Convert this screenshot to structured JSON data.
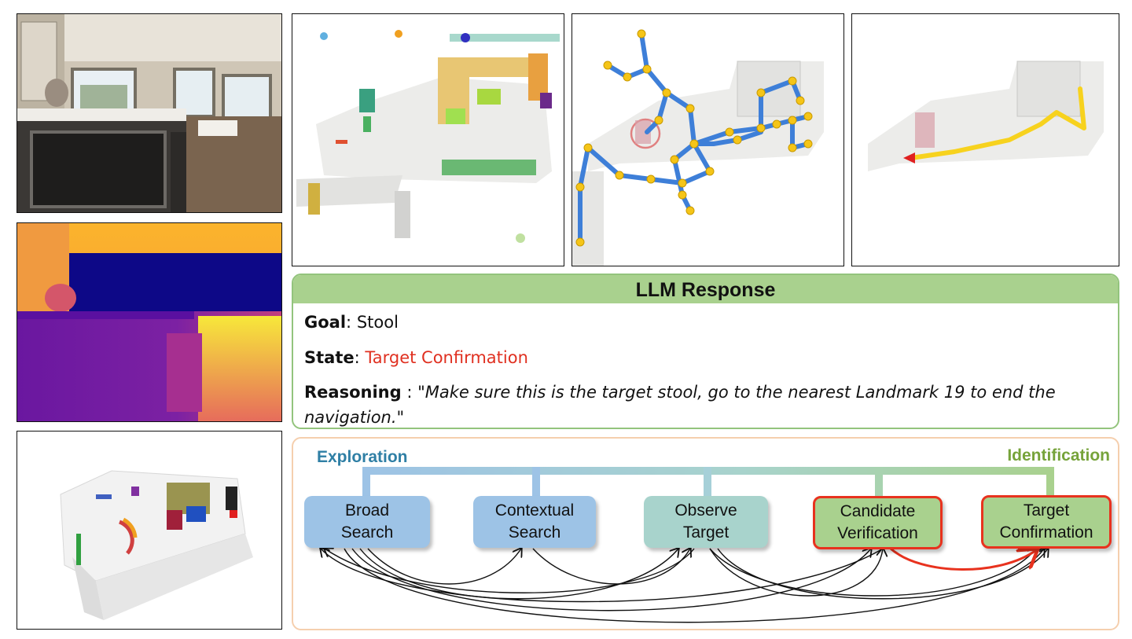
{
  "llm": {
    "title": "LLM Response",
    "goal_label": "Goal",
    "goal_value": "Stool",
    "state_label": "State",
    "state_value": "Target Confirmation",
    "reasoning_label": "Reasoning",
    "reasoning_line1": "\"Make sure this is the target stool, go to the nearest Landmark 19 to end the",
    "reasoning_line2": "navigation.\""
  },
  "state_machine": {
    "phase_left": "Exploration",
    "phase_right": "Identification",
    "nodes": [
      {
        "line1": "Broad",
        "line2": "Search"
      },
      {
        "line1": "Contextual",
        "line2": "Search"
      },
      {
        "line1": "Observe",
        "line2": "Target"
      },
      {
        "line1": "Candidate",
        "line2": "Verification"
      },
      {
        "line1": "Target",
        "line2": "Confirmation"
      }
    ],
    "active_transition": "Candidate Verification -> Target Confirmation"
  },
  "colors": {
    "llm_border": "#93c47d",
    "llm_header": "#a9d18e",
    "state_text": "#e03020",
    "exploration": "#2f7fa5",
    "identification": "#76a33a",
    "blue_node": "#9dc3e6",
    "teal_node": "#a8d3cc",
    "green_node": "#a9d18e",
    "highlight": "#e8321e",
    "frame": "#f5cfae"
  }
}
